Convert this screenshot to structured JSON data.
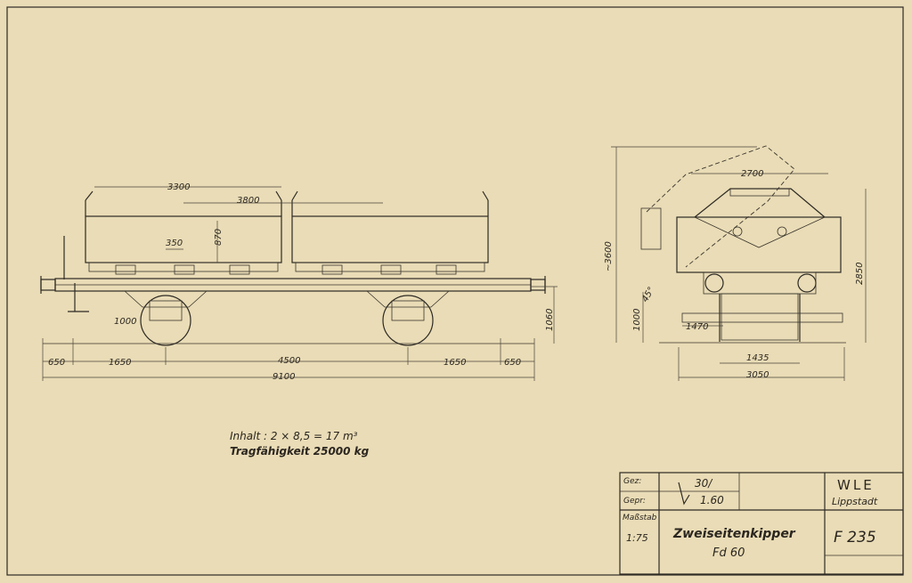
{
  "side_view": {
    "dims": {
      "box_length": "3300",
      "pivot_spacing": "3800",
      "post_width": "350",
      "box_height": "870",
      "buffer_center_h": "1000",
      "total_height": "1060",
      "left_overhang": "650",
      "left_axle_offset": "1650",
      "wheelbase": "4500",
      "right_axle_offset": "1650",
      "right_overhang": "650",
      "total_length": "9100"
    }
  },
  "end_view": {
    "dims": {
      "width_tipped": "2700",
      "height_tipped": "~3600",
      "height_box": "2850",
      "tip_angle": "45°",
      "buffer_h": "1000",
      "buffer_spacing": "1470",
      "gauge": "1435",
      "overall_width": "3050"
    }
  },
  "notes": {
    "capacity": "Inhalt : 2 × 8,5 = 17 m³",
    "payload": "Tragfähigkeit   25000 kg"
  },
  "title_block": {
    "gez_label": "Gez:",
    "gepr_label": "Gepr:",
    "signature_date_top": "30/",
    "signature_date_bottom": "1.60",
    "scale_label": "Maßstab",
    "scale_value": "1:75",
    "title_line1": "Zweiseitenkipper",
    "title_line2": "Fd 60",
    "company": "WLE",
    "city": "Lippstadt",
    "drawing_no": "F 235"
  }
}
